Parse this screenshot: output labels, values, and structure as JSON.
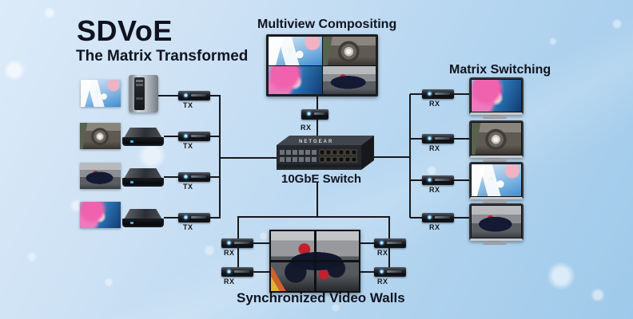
{
  "title": {
    "main": "SDVoE",
    "subtitle": "The Matrix Transformed"
  },
  "sections": {
    "multiview": "Multiview Compositing",
    "matrix_switching": "Matrix Switching",
    "switch_label": "10GbE Switch",
    "video_walls": "Synchronized Video Walls"
  },
  "switch": {
    "brand": "NETGEAR"
  },
  "nodes": {
    "tx_labels": [
      "TX",
      "TX",
      "TX",
      "TX"
    ],
    "matrix_rx_labels": [
      "RX",
      "RX",
      "RX",
      "RX"
    ],
    "wall_rx_labels": [
      "RX",
      "RX",
      "RX",
      "RX"
    ],
    "center_rx_label": "RX"
  },
  "content": {
    "multiview_quadrants": [
      "documents-desktop",
      "camera-wheel",
      "pink-hair-woman",
      "race-car"
    ],
    "left_sources": [
      "documents-desktop",
      "camera-wheel",
      "race-car",
      "pink-hair-woman"
    ],
    "right_displays": [
      "pink-hair-woman",
      "camera-wheel",
      "documents-desktop",
      "race-car"
    ],
    "video_wall": "race-car-2x2"
  },
  "colors": {
    "background_top": "#dcebf9",
    "background_bottom": "#9fc9ea",
    "line": "#17191d",
    "text": "#10131f",
    "endpoint_led": "#3f9fe8"
  }
}
